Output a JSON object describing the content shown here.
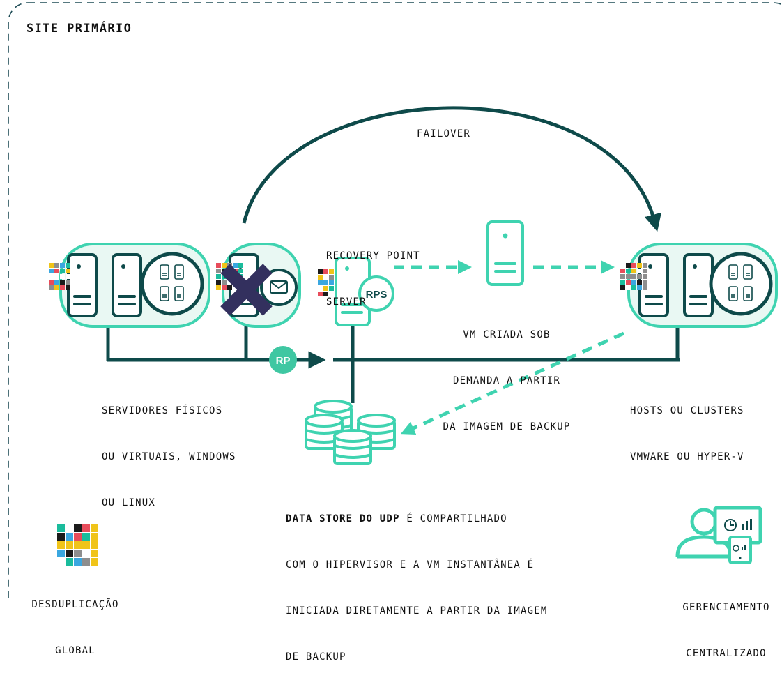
{
  "site_title": "SITE PRIMÁRIO",
  "failover_label": "FAILOVER",
  "rps_title": [
    "RECOVERY POINT",
    "SERVER"
  ],
  "rps_badge": "RPS",
  "rp_badge": "RP",
  "vm_caption": [
    "VM CRIADA SOB",
    "DEMANDA A PARTIR",
    "DA IMAGEM DE BACKUP"
  ],
  "servers_caption": [
    "SERVIDORES FÍSICOS",
    "OU VIRTUAIS, WINDOWS",
    "OU LINUX"
  ],
  "hosts_caption": [
    "HOSTS OU CLUSTERS",
    "VMWARE OU HYPER-V"
  ],
  "datastore_caption": {
    "bold_part": "DATA STORE DO UDP",
    "line1_rest": " É COMPARTILHADO",
    "line2": "COM O HIPERVISOR E A VM INSTANTÂNEA É",
    "line3": "INICIADA DIRETAMENTE A PARTIR DA IMAGEM",
    "line4": "DE BACKUP"
  },
  "dedup_caption": [
    "DESDUPLICAÇÃO",
    "GLOBAL"
  ],
  "mgmt_caption": [
    "GERENCIAMENTO",
    "CENTRALIZADO"
  ],
  "colors": {
    "dark_teal": "#0e4a4a",
    "mint": "#3fd3b0",
    "mint_fill": "#e9f8f3",
    "cross": "#33305e",
    "border": "#1f4d57"
  },
  "icons": [
    "server-icon",
    "server-rack-icon",
    "email-icon",
    "failure-x-icon",
    "database-icon",
    "dedup-mosaic-icon",
    "user-dashboard-icon",
    "rps-server-icon",
    "vm-server-icon"
  ]
}
